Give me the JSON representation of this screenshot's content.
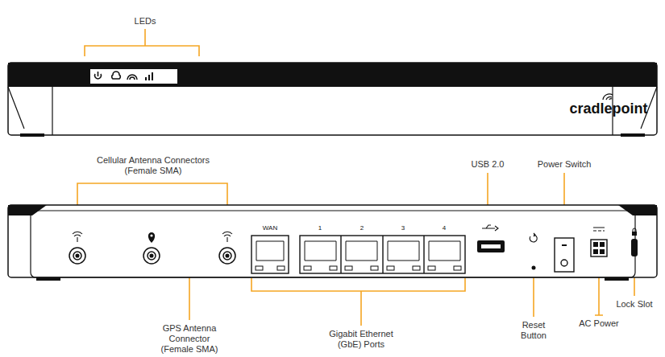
{
  "diagram": {
    "labels": [
      "LEDs",
      "cradlepoint",
      "Cellular Antenna Connectors (Female SMA)",
      "USB 2.0",
      "Power Switch",
      "WAN",
      "1",
      "2",
      "3",
      "4",
      "GPS Antenna Connector (Female SMA)",
      "Gigabit Ethernet (GbE) Ports",
      "Reset Button",
      "AC Power",
      "Lock Slot"
    ]
  }
}
